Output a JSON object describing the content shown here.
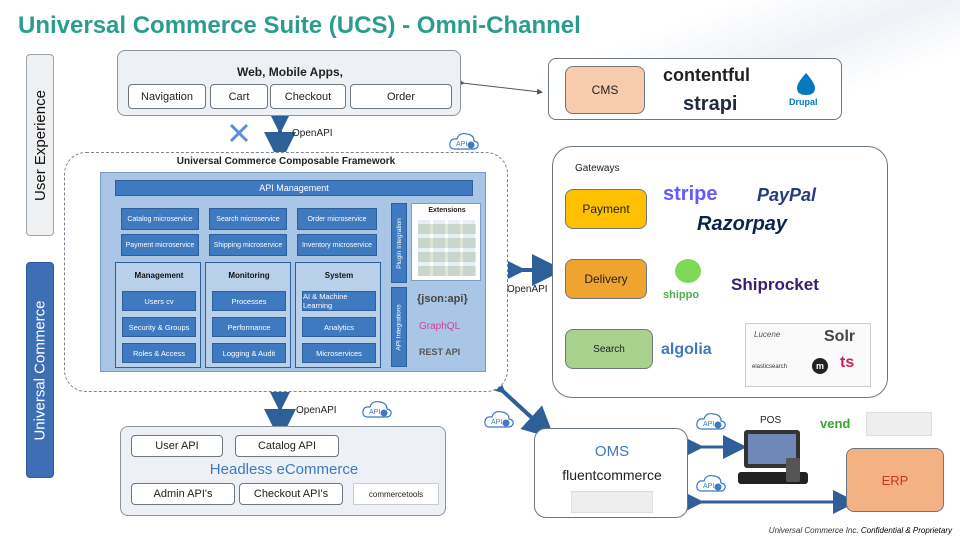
{
  "title": "Universal Commerce Suite (UCS) - Omni-Channel",
  "side_labels": {
    "ux": "User Experience",
    "uc": "Universal Commerce"
  },
  "web_apps": {
    "title": "Web, Mobile Apps,",
    "buttons": [
      "Navigation",
      "Cart",
      "Checkout",
      "Order"
    ]
  },
  "openapi_top": "OpenAPI",
  "framework": {
    "title": "Universal Commerce Composable Framework",
    "api_management": "API Management",
    "microservices": [
      "Catalog microservice",
      "Search microservice",
      "Order microservice",
      "Payment microservice",
      "Shipping microservice",
      "Inventory microservice"
    ],
    "columns": [
      {
        "heading": "Management",
        "items": [
          "Users cv",
          "Security & Groups",
          "Roles & Access"
        ]
      },
      {
        "heading": "Monitoring",
        "items": [
          "Processes",
          "Performance",
          "Logging & Audit"
        ]
      },
      {
        "heading": "System",
        "items": [
          "AI & Machine Learning",
          "Analytics",
          "Microservices"
        ]
      }
    ],
    "plugin_integration": "Plugin Integration",
    "api_integrations": "API Integrations",
    "extensions": "Extensions",
    "api_logos": [
      "{json:api}",
      "GraphQL",
      "REST API"
    ]
  },
  "cms": {
    "label": "CMS",
    "logos": [
      "contentful",
      "strapi",
      "Drupal"
    ]
  },
  "gateways": {
    "title": "Gateways",
    "payment": "Payment",
    "delivery": "Delivery",
    "search": "Search",
    "payment_logos": [
      "stripe",
      "PayPal",
      "Razorpay"
    ],
    "delivery_logos": [
      "shippo",
      "Shiprocket"
    ],
    "search_logos": [
      "algolia",
      "Lucene",
      "Solr",
      "elasticsearch",
      "m",
      "ts"
    ]
  },
  "openapi_mid": "OpenAPI",
  "openapi_bottom": "OpenAPI",
  "api_badge": "API",
  "headless": {
    "title": "Headless eCommerce",
    "buttons": [
      "User API",
      "Catalog API",
      "Admin API's",
      "Checkout API's"
    ],
    "logo": "commercetools"
  },
  "oms": {
    "label": "OMS",
    "logo": "fluentcommerce"
  },
  "pos": {
    "label": "POS",
    "logo": "vend"
  },
  "erp": {
    "label": "ERP"
  },
  "footer": {
    "company": "Universal Commerce Inc.",
    "note": "Confidential & Proprietary"
  },
  "colors": {
    "title": "#2a9d8f",
    "payment": "#ffc000",
    "delivery": "#f0a430",
    "search": "#a9d18e",
    "cms": "#f8cbad",
    "erp": "#f4b183",
    "accent_blue": "#3f79c0"
  }
}
